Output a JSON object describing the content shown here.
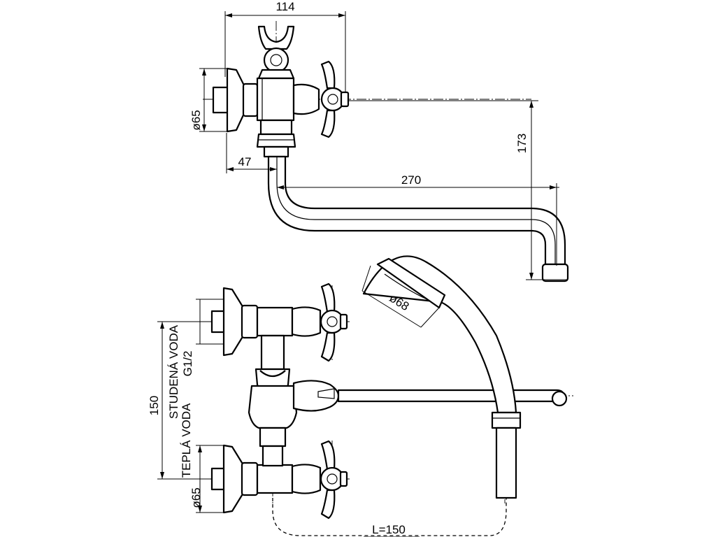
{
  "top_view": {
    "width_dim": "114",
    "flange_diameter": "ø65",
    "offset_dim": "47",
    "spout_length": "270",
    "spout_height": "173"
  },
  "front_view": {
    "shower_head_diameter": "ø68",
    "cold_water_label": "STUDENÁ VODA",
    "thread_label": "G1/2",
    "center_distance": "150",
    "hot_water_label": "TEPLÁ VODA",
    "flange_diameter": "ø65",
    "hose_length": "L=150"
  }
}
